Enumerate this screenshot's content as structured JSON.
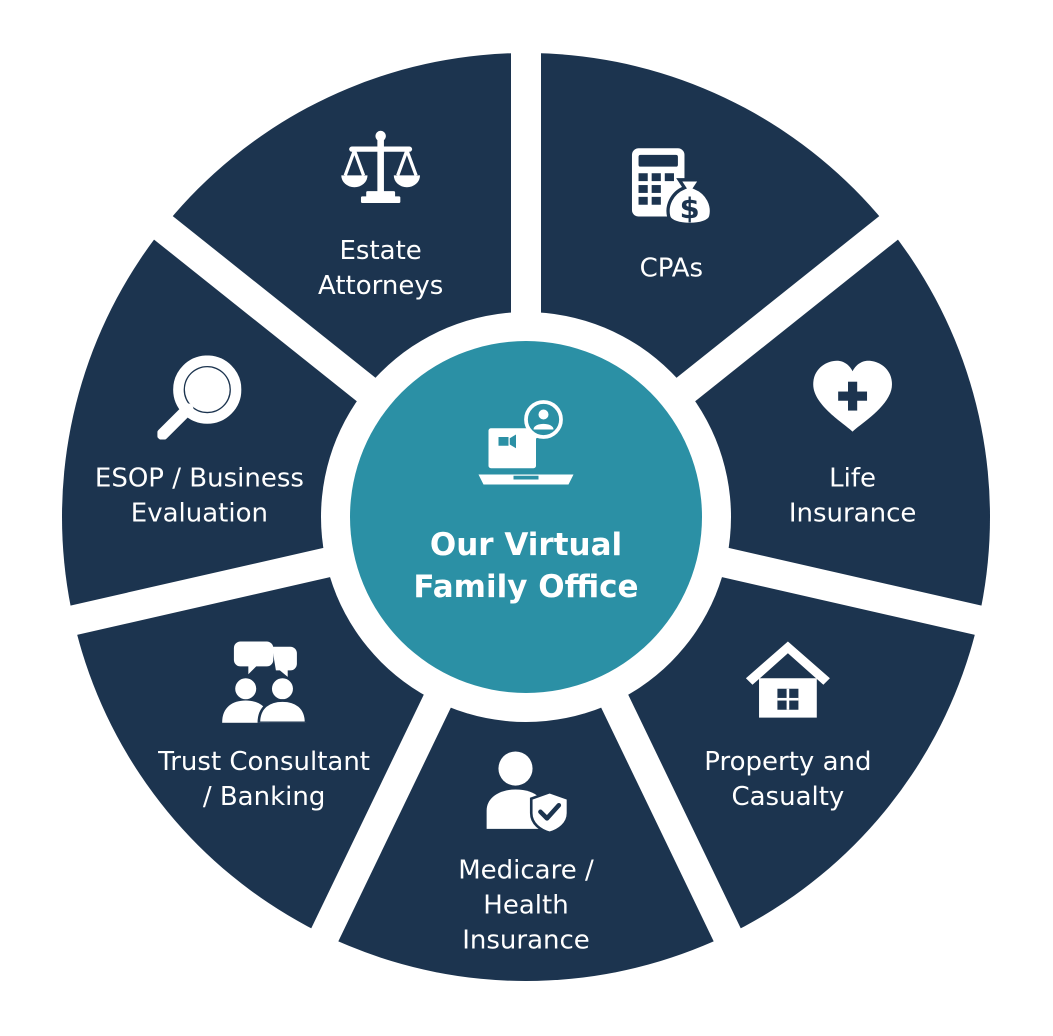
{
  "colors": {
    "segment": "#1c344f",
    "center": "#2b90a5",
    "divider": "#ffffff",
    "text": "#ffffff"
  },
  "center": {
    "line1": "Our Virtual",
    "line2": "Family Office",
    "icon": "virtual-meeting-laptop-icon"
  },
  "segments": [
    {
      "id": "cpas",
      "lines": [
        "CPAs"
      ],
      "icon": "calculator-money-bag-icon"
    },
    {
      "id": "life-insurance",
      "lines": [
        "Life",
        "Insurance"
      ],
      "icon": "heart-plus-icon"
    },
    {
      "id": "property-casualty",
      "lines": [
        "Property and",
        "Casualty"
      ],
      "icon": "house-icon"
    },
    {
      "id": "medicare-health-insurance",
      "lines": [
        "Medicare /",
        "Health",
        "Insurance"
      ],
      "icon": "person-shield-icon"
    },
    {
      "id": "trust-consultant-banking",
      "lines": [
        "Trust Consultant",
        "/ Banking"
      ],
      "icon": "people-chat-icon"
    },
    {
      "id": "esop-business-evaluation",
      "lines": [
        "ESOP / Business",
        "Evaluation"
      ],
      "icon": "magnifying-glass-icon"
    },
    {
      "id": "estate-attorneys",
      "lines": [
        "Estate",
        "Attorneys"
      ],
      "icon": "scales-icon"
    }
  ]
}
